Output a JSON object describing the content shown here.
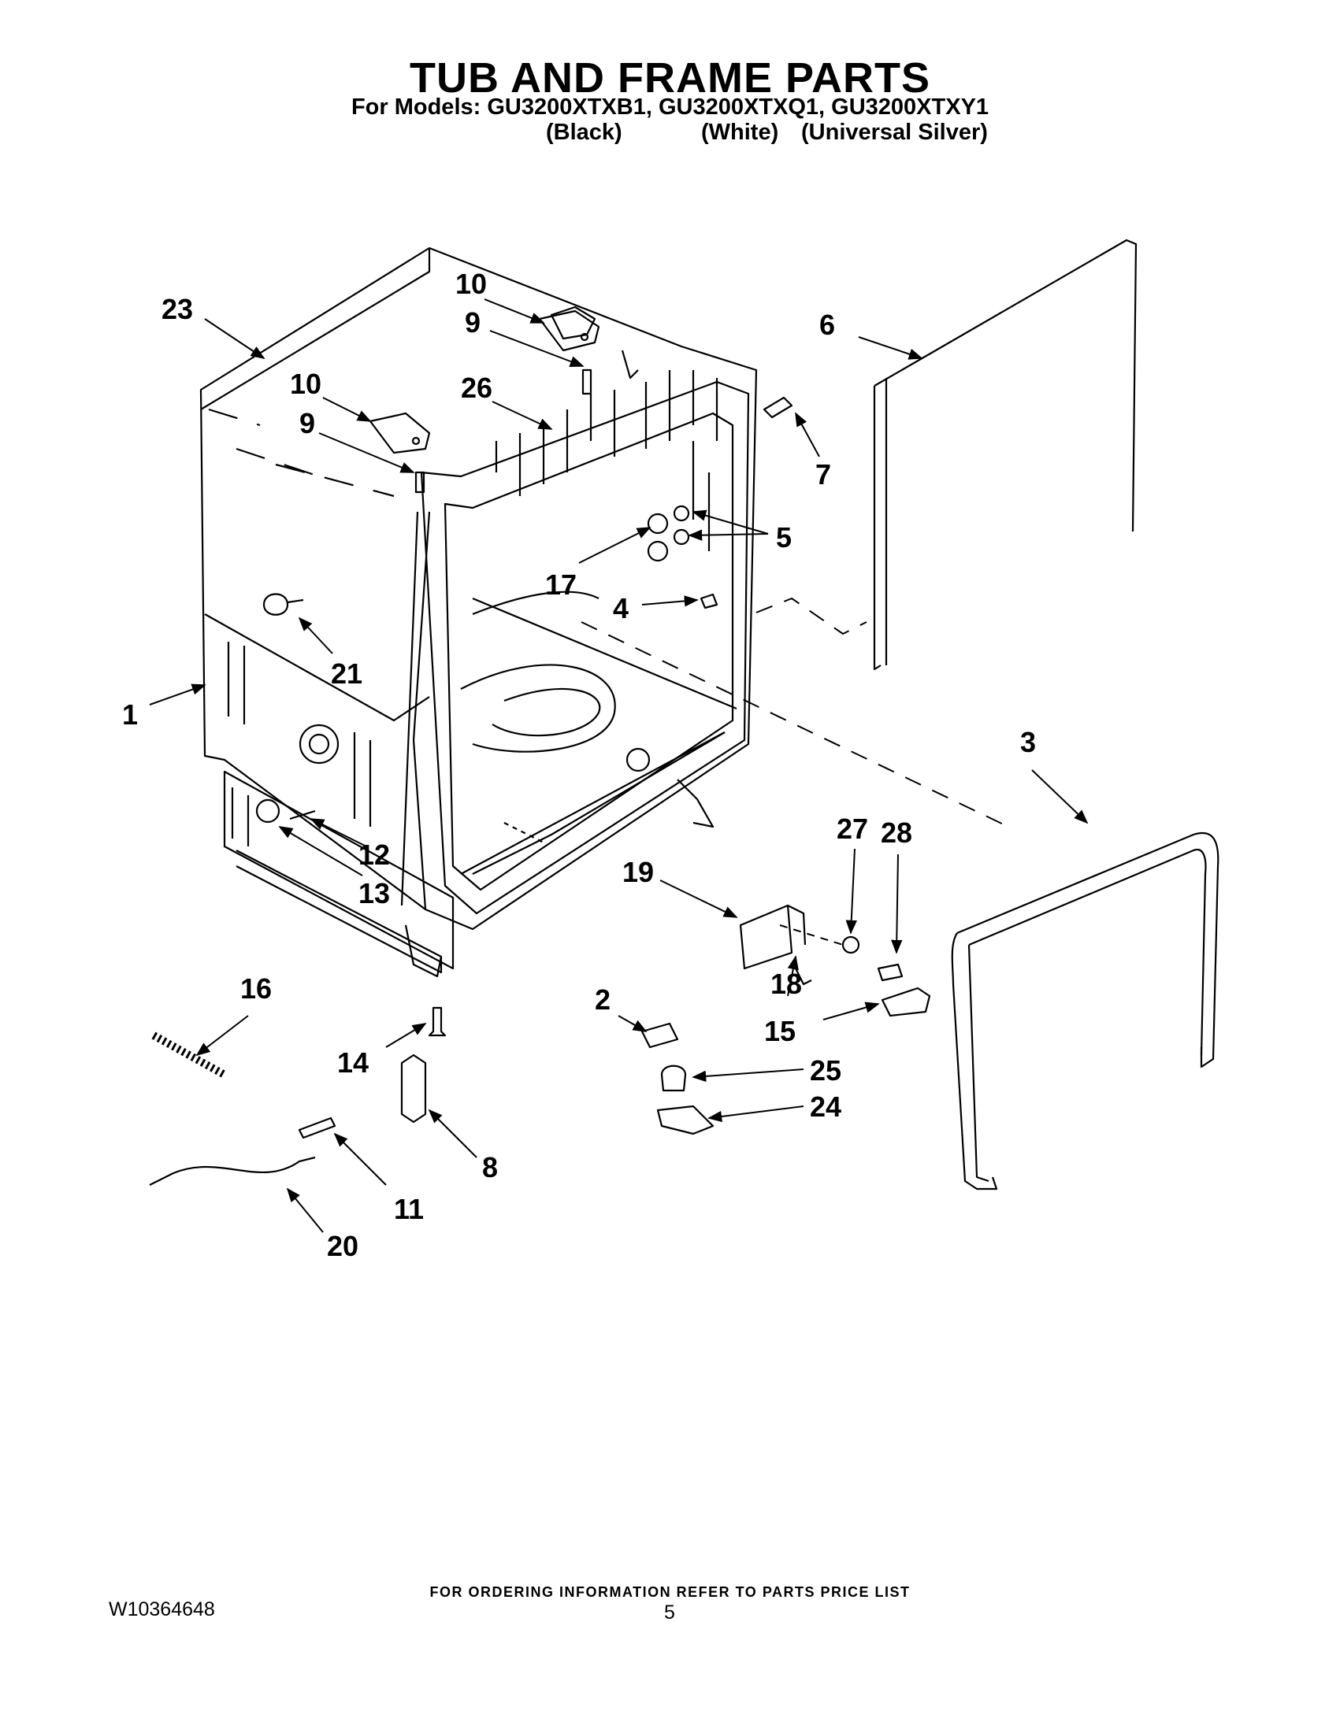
{
  "header": {
    "title": "TUB AND FRAME PARTS",
    "models_line": "For Models: GU3200XTXB1, GU3200XTXQ1, GU3200XTXY1",
    "variants": [
      "(Black)",
      "(White)",
      "(Universal Silver)"
    ]
  },
  "callouts": [
    "1",
    "2",
    "3",
    "4",
    "5",
    "6",
    "7",
    "8",
    "9",
    "9",
    "10",
    "10",
    "11",
    "12",
    "13",
    "14",
    "15",
    "16",
    "17",
    "18",
    "19",
    "20",
    "21",
    "23",
    "24",
    "25",
    "26",
    "27",
    "28"
  ],
  "footer": {
    "note": "FOR ORDERING INFORMATION REFER TO PARTS PRICE LIST",
    "doc_number": "W10364648",
    "page_number": "5"
  }
}
